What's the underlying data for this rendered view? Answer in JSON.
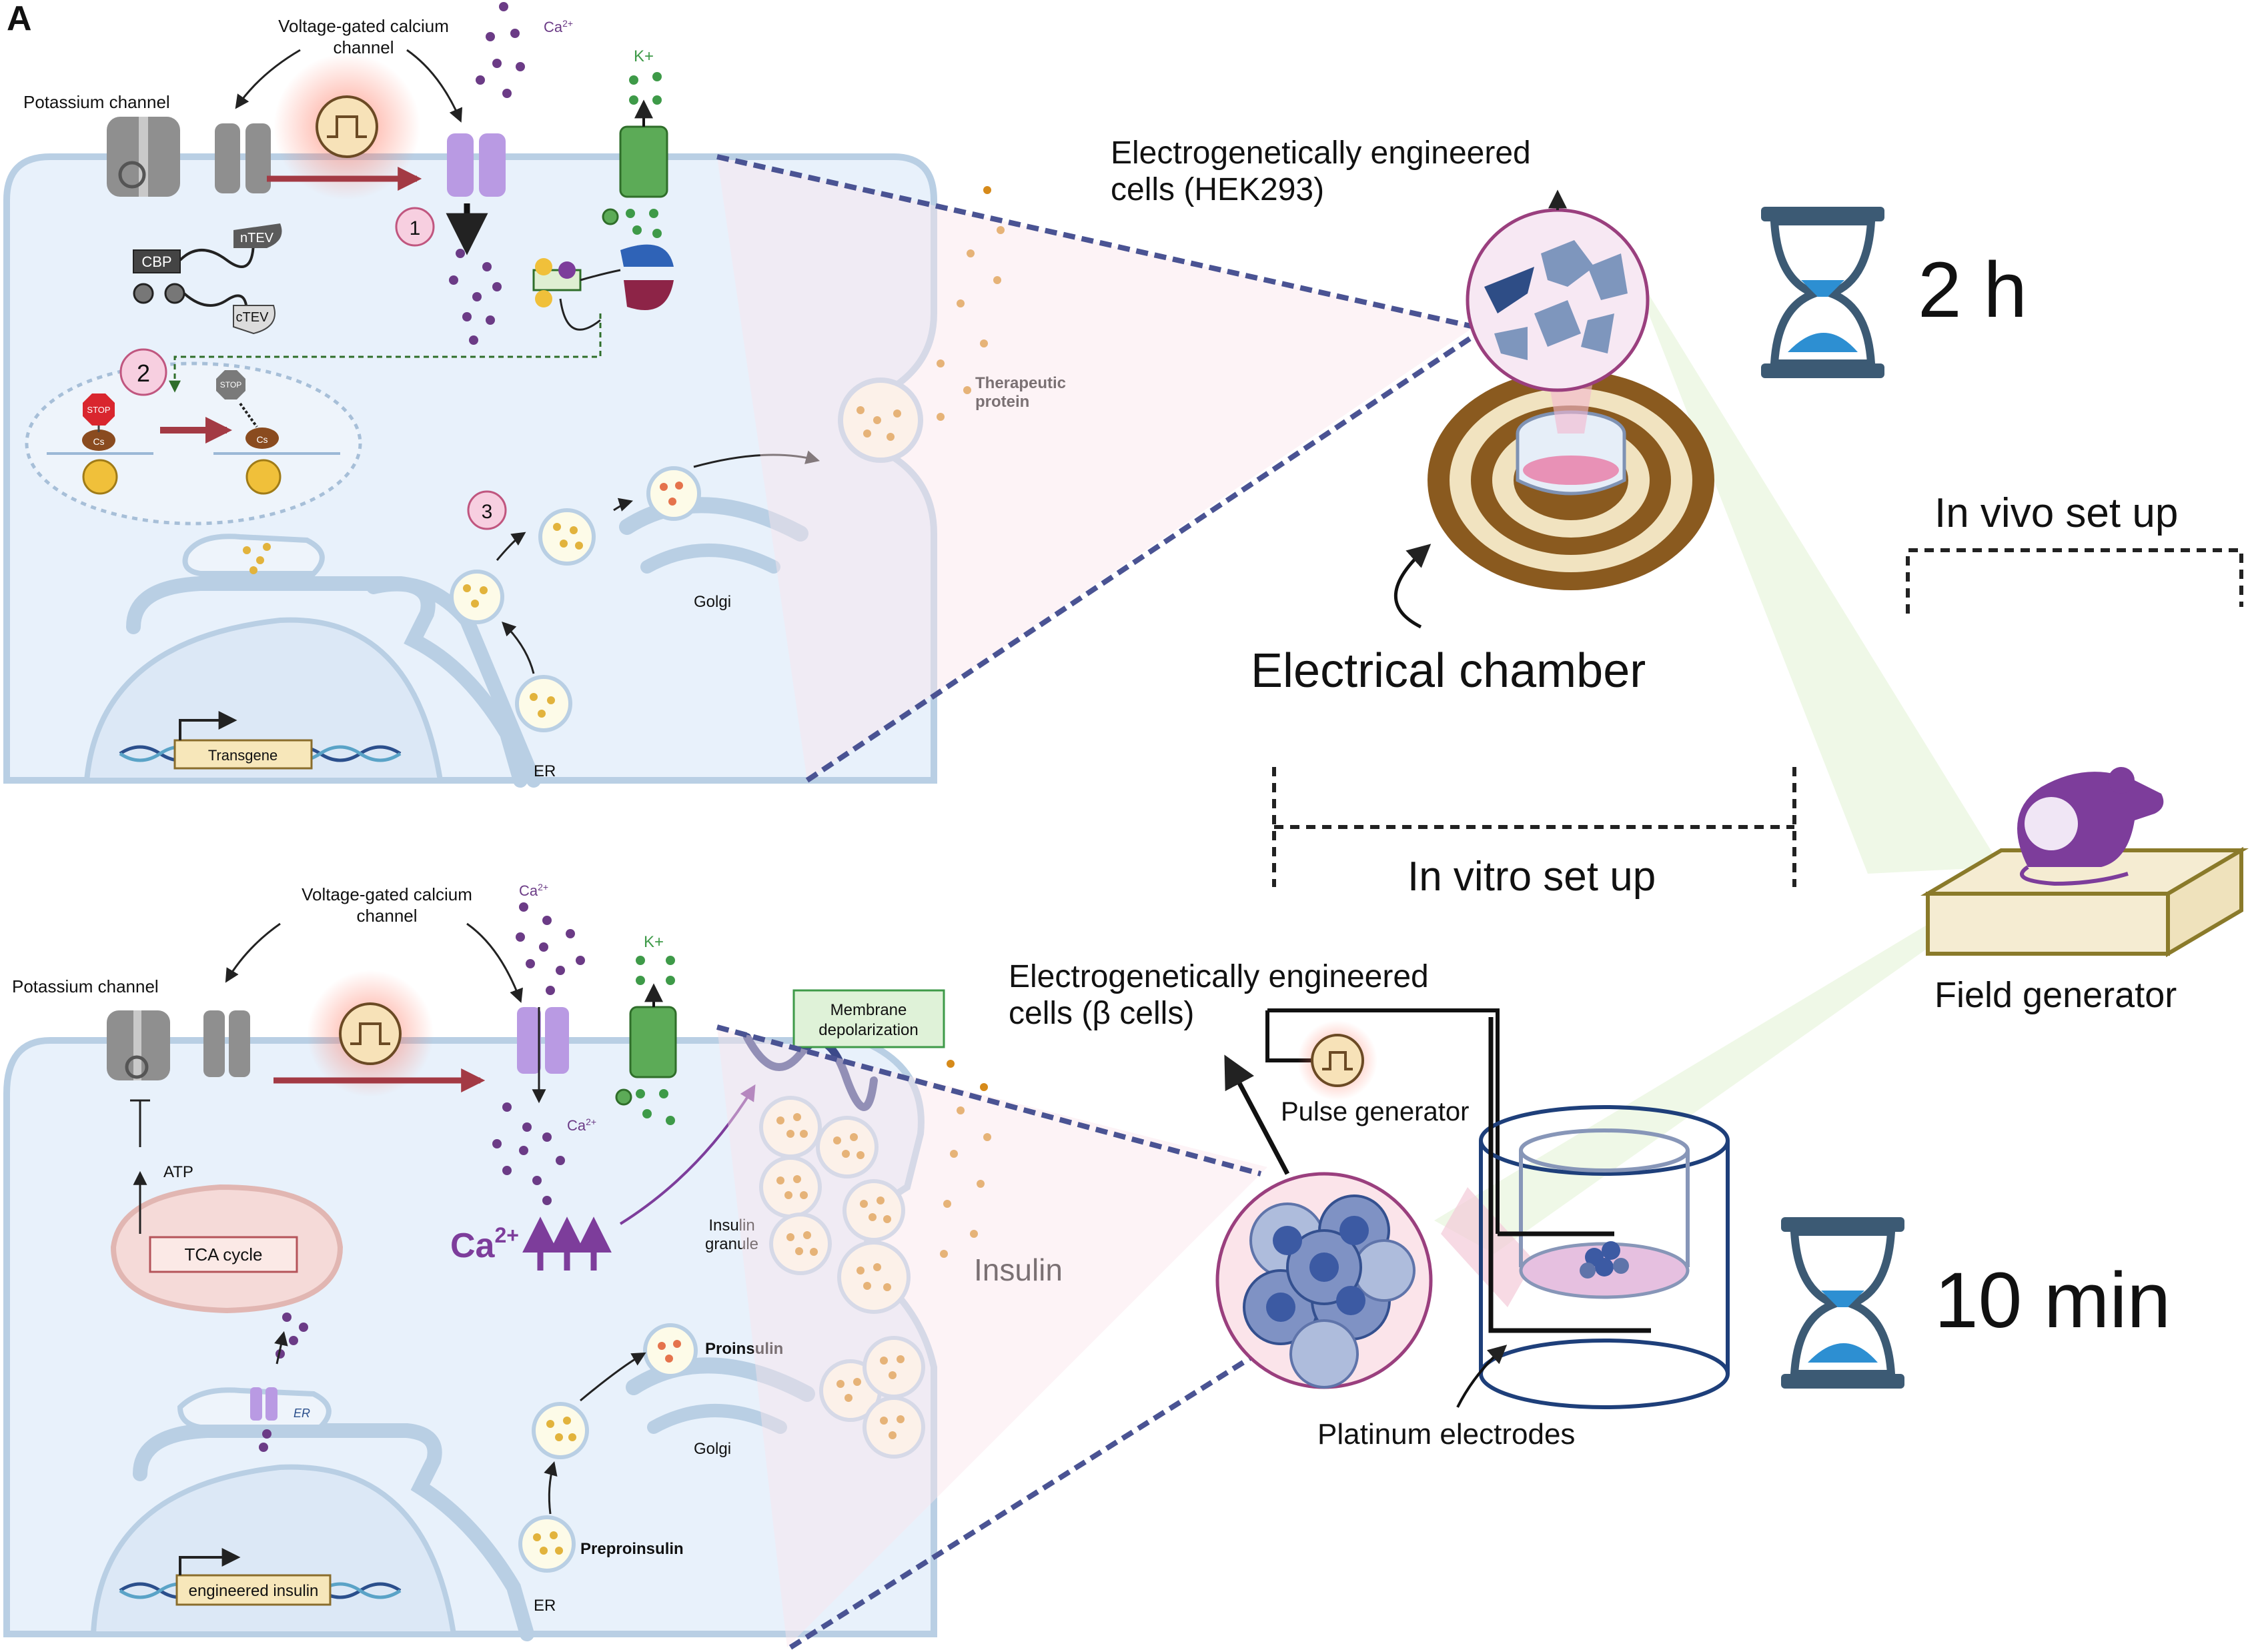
{
  "panel_label": "A",
  "top": {
    "potassium_channel": "Potassium channel",
    "vgcc_line1": "Voltage-gated calcium",
    "vgcc_line2": "channel",
    "ca": "Ca",
    "ca_sup": "2+",
    "k": "K+",
    "cbp": "CBP",
    "ntev": "nTEV",
    "ctev": "cTEV",
    "step1": "1",
    "step2": "2",
    "step3": "3",
    "stop": "STOP",
    "cs": "Cs",
    "therapeutic_line1": "Therapeutic",
    "therapeutic_line2": "protein",
    "golgi": "Golgi",
    "er": "ER",
    "transgene": "Transgene"
  },
  "bottom": {
    "potassium_channel": "Potassium channel",
    "vgcc_line1": "Voltage-gated calcium",
    "vgcc_line2": "channel",
    "ca": "Ca",
    "ca_sup": "2+",
    "k": "K+",
    "membrane_line1": "Membrane",
    "membrane_line2": "depolarization",
    "atp": "ATP",
    "tca": "TCA cycle",
    "ca_big": "Ca",
    "ca_big_sup": "2+",
    "insulin_granule_line1": "Insulin",
    "insulin_granule_line2": "granule",
    "insulin": "Insulin",
    "proinsulin": "Proinsulin",
    "golgi": "Golgi",
    "er": "ER",
    "preproinsulin": "Preproinsulin",
    "engineered_insulin": "engineered insulin"
  },
  "right": {
    "hek_line1": "Electrogenetically engineered",
    "hek_line2": "cells (HEK293)",
    "time_top": "2 h",
    "electrical_chamber": "Electrical chamber",
    "in_vivo": "In vivo set up",
    "in_vitro": "In vitro set up",
    "field_generator": "Field generator",
    "beta_line1": "Electrogenetically engineered",
    "beta_line2": "cells (β cells)",
    "pulse_generator": "Pulse generator",
    "time_bottom": "10 min",
    "platinum": "Platinum electrodes"
  },
  "colors": {
    "cell_fill": "#e8f1fb",
    "membrane": "#b9cfe4",
    "arrow_red": "#a33a44",
    "ca_purple": "#6b3b86",
    "k_green": "#3e9a48",
    "hourglass_frame": "#3c5a74",
    "hourglass_sand": "#2d8fd2",
    "mouse": "#7d3d9b",
    "chamber_brown": "#8a5a1f",
    "chamber_cream": "#f1e3c0"
  }
}
